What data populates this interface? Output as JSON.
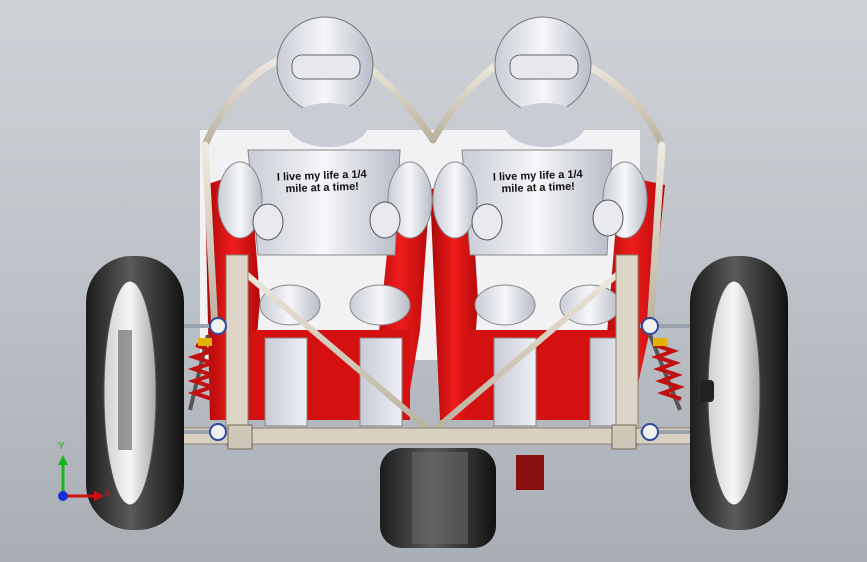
{
  "scene": {
    "shirt_text": {
      "left_driver": [
        "I live my life a 1/4",
        "mile at a time!"
      ],
      "right_driver": [
        "I live my life a 1/4",
        "mile at a time!"
      ]
    }
  },
  "triad": {
    "x_label": "X",
    "y_label": "Y",
    "colors": {
      "x": "#d01010",
      "y": "#12b81a",
      "z": "#1b2fd6"
    }
  },
  "colors": {
    "background_top": "#cfd3d8",
    "background_bottom": "#a9aeb5",
    "frame_tube": "#d9d2c2",
    "seat_red": "#e01515",
    "suit_white": "#f2f2f2",
    "tire_dark": "#2a2a2a"
  }
}
